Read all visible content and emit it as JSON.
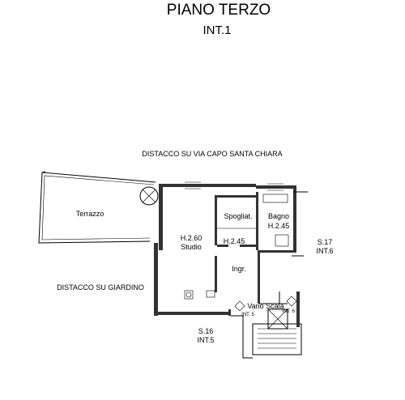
{
  "header": {
    "title": "PIANO TERZO",
    "subtitle": "INT.1"
  },
  "labels": {
    "street_setback": "DISTACCO SU VIA CAPO SANTA CHIARA",
    "garden_setback": "DISTACCO SU GIARDINO",
    "terrace": "Terrazzo",
    "studio_height": "H.2.60",
    "studio": "Studio",
    "dressing": "Spogliat.",
    "hall_height": "H.2.45",
    "entrance": "Ingr.",
    "bath": "Bagno",
    "bath_height": "H.2.45",
    "stair": "Vano Scala",
    "s17": "S.17",
    "int6": "INT.6",
    "s16": "S.16",
    "int5": "INT.5",
    "int5_small": "INT. 5",
    "int6_small": "INT. 6"
  }
}
